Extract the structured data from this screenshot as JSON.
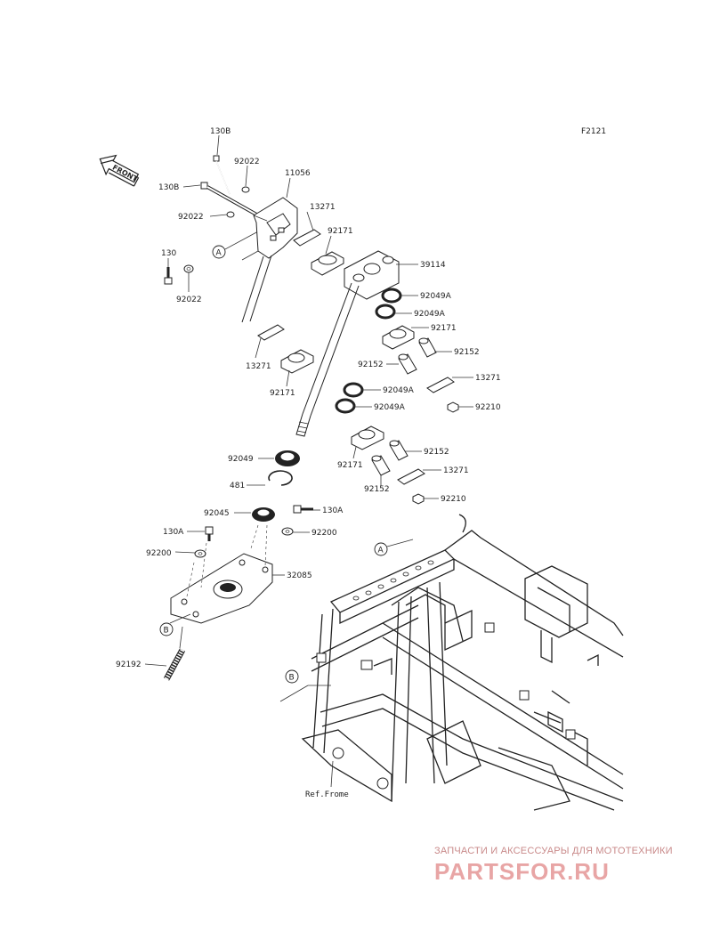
{
  "diagram_code": "F2121",
  "front_label": "FRONT",
  "ref_label": "Ref.Frome",
  "callouts": {
    "a": "A",
    "b": "B"
  },
  "parts": {
    "p130b_1": "130B",
    "p130b_2": "130B",
    "p92022_1": "92022",
    "p92022_2": "92022",
    "p92022_3": "92022",
    "p130": "130",
    "p11056": "11056",
    "p13271_1": "13271",
    "p13271_2": "13271",
    "p13271_3": "13271",
    "p13271_4": "13271",
    "p92171_1": "92171",
    "p92171_2": "92171",
    "p92171_3": "92171",
    "p92171_4": "92171",
    "p39114": "39114",
    "p92049a_1": "92049A",
    "p92049a_2": "92049A",
    "p92049a_3": "92049A",
    "p92049a_4": "92049A",
    "p92152_1": "92152",
    "p92152_2": "92152",
    "p92152_3": "92152",
    "p92152_4": "92152",
    "p92210_1": "92210",
    "p92210_2": "92210",
    "p92049": "92049",
    "p481": "481",
    "p92045": "92045",
    "p130a_1": "130A",
    "p130a_2": "130A",
    "p92200_1": "92200",
    "p92200_2": "92200",
    "p32085": "32085",
    "p92192": "92192"
  },
  "watermark": {
    "tagline": "ЗАПЧАСТИ И АКСЕССУАРЫ ДЛЯ МОТОТЕХНИКИ",
    "brand": "PARTSFOR.RU"
  }
}
